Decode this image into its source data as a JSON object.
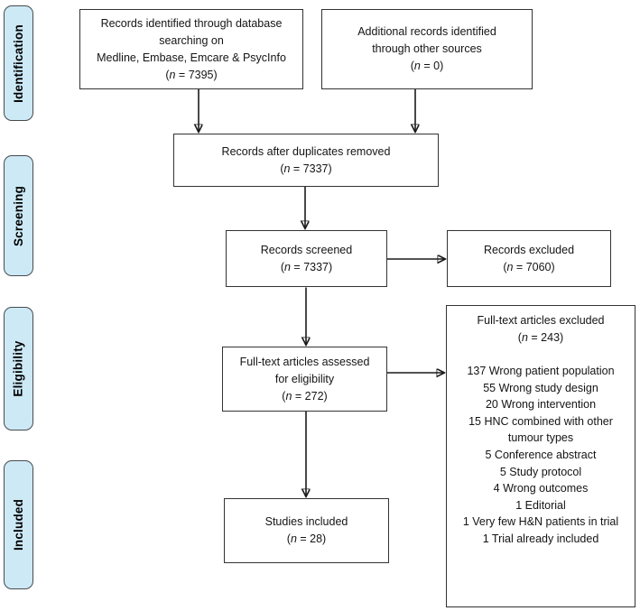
{
  "diagram": {
    "type": "prisma-flow",
    "colors": {
      "stage_fill": "#cde9f6",
      "stage_border": "#474b4e",
      "box_border": "#333333",
      "arrow": "#1a1a1a",
      "background": "#ffffff"
    }
  },
  "sidebar": {
    "stages": [
      {
        "label": "Identification"
      },
      {
        "label": "Screening"
      },
      {
        "label": "Eligibility"
      },
      {
        "label": "Included"
      }
    ]
  },
  "flow": {
    "identified_db": {
      "lines": [
        "Records identified through database",
        "searching on",
        "Medline, Embase, Emcare & PsycInfo"
      ],
      "count": "(n = 7395)"
    },
    "identified_other": {
      "lines": [
        "Additional records identified",
        "through other sources"
      ],
      "count": "(n = 0)"
    },
    "after_duplicates": {
      "lines": [
        "Records after duplicates removed"
      ],
      "count": "(n = 7337)"
    },
    "screened": {
      "lines": [
        "Records screened"
      ],
      "count": "(n = 7337)"
    },
    "records_excluded": {
      "lines": [
        "Records excluded"
      ],
      "count": "(n = 7060)"
    },
    "fulltext_assessed": {
      "lines": [
        "Full-text articles assessed",
        "for eligibility"
      ],
      "count": "(n = 272)"
    },
    "fulltext_excluded": {
      "title": "Full-text articles excluded",
      "count": "(n = 243)",
      "reasons": [
        "137 Wrong patient population",
        "55 Wrong study design",
        "20 Wrong intervention",
        "15 HNC combined with other tumour types",
        "5 Conference abstract",
        "5 Study protocol",
        "4 Wrong outcomes",
        "1 Editorial",
        "1 Very few H&N patients in trial",
        "1 Trial already included"
      ]
    },
    "studies_included": {
      "lines": [
        "Studies included"
      ],
      "count": "(n = 28)"
    }
  }
}
